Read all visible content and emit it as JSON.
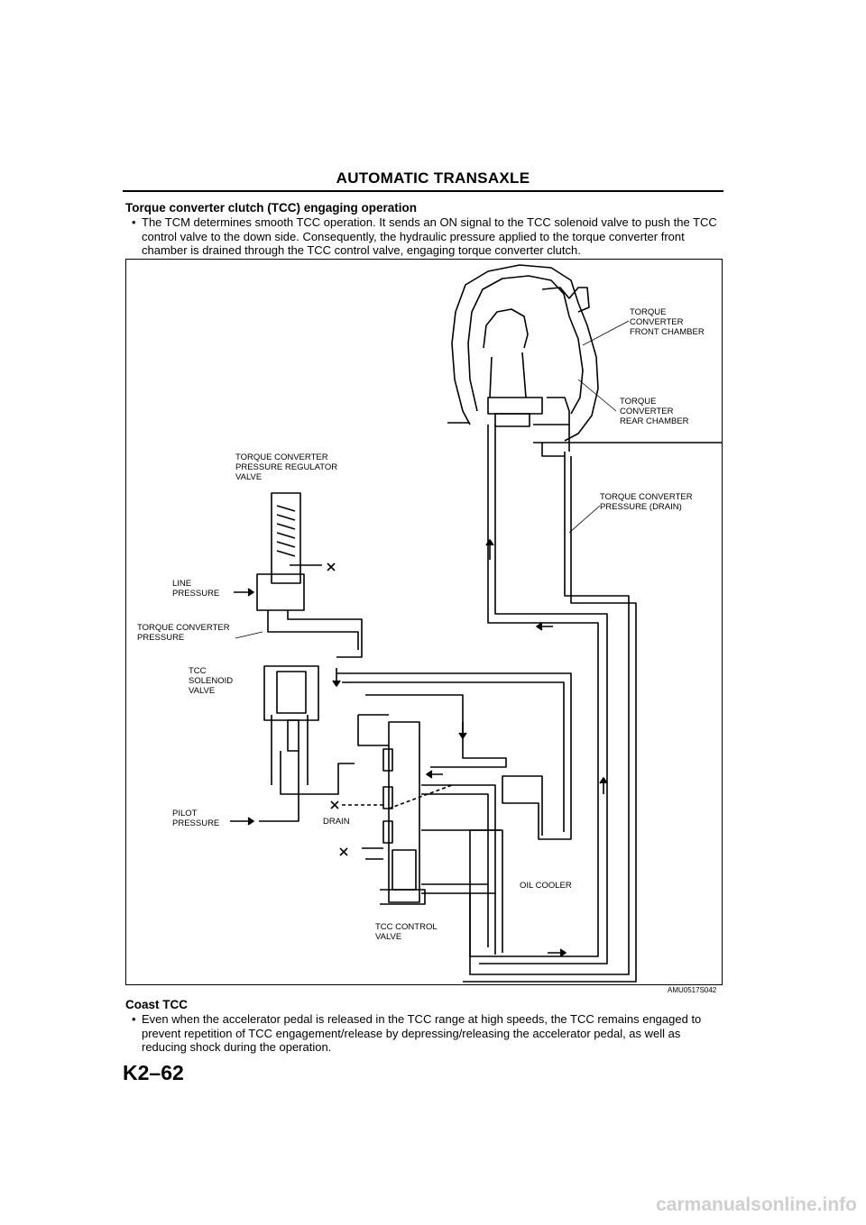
{
  "header": {
    "title": "AUTOMATIC TRANSAXLE"
  },
  "section1": {
    "heading": "Torque converter clutch (TCC) engaging operation",
    "bullet_lines": [
      "The TCM determines smooth TCC operation. It sends an ON signal to the TCC solenoid valve to push the TCC",
      "control valve to the down side. Consequently, the hydraulic pressure applied to the torque converter front",
      "chamber is drained through the TCC control valve, engaging torque converter clutch."
    ]
  },
  "diagram": {
    "labels": {
      "front_chamber": [
        "TORQUE",
        "CONVERTER",
        "FRONT CHAMBER"
      ],
      "rear_chamber": [
        "TORQUE",
        "CONVERTER",
        "REAR CHAMBER"
      ],
      "regulator_valve": [
        "TORQUE CONVERTER",
        "PRESSURE REGULATOR",
        "VALVE"
      ],
      "pressure_drain": [
        "TORQUE CONVERTER",
        "PRESSURE (DRAIN)"
      ],
      "line_pressure": [
        "LINE",
        "PRESSURE"
      ],
      "converter_pressure": [
        "TORQUE CONVERTER",
        "PRESSURE"
      ],
      "tcc_solenoid": [
        "TCC",
        "SOLENOID",
        "VALVE"
      ],
      "pilot_pressure": [
        "PILOT",
        "PRESSURE"
      ],
      "drain": "DRAIN",
      "oil_cooler": "OIL COOLER",
      "tcc_control_valve": [
        "TCC CONTROL",
        "VALVE"
      ]
    },
    "figure_code": "AMU0517S042"
  },
  "section2": {
    "heading": "Coast TCC",
    "bullet_lines": [
      "Even when the accelerator pedal is released in the TCC range at high speeds, the TCC remains engaged to",
      "prevent repetition of TCC engagement/release by depressing/releasing the accelerator pedal, as well as",
      "reducing shock during the operation."
    ]
  },
  "footer": {
    "page_number": "K2–62",
    "watermark": "carmanualsonline.info"
  }
}
